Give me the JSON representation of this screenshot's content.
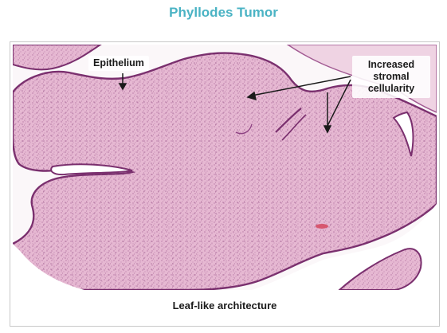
{
  "title": "Phyllodes Tumor",
  "labels": {
    "epithelium": "Epithelium",
    "stromal_line1": "Increased",
    "stromal_line2": "stromal",
    "stromal_line3": "cellularity"
  },
  "caption": "Leaf-like architecture",
  "colors": {
    "title": "#4ab3c4",
    "stroma": "#e3b3cf",
    "epithelium": "#7a2f6e",
    "background": "#fbf7f9"
  }
}
